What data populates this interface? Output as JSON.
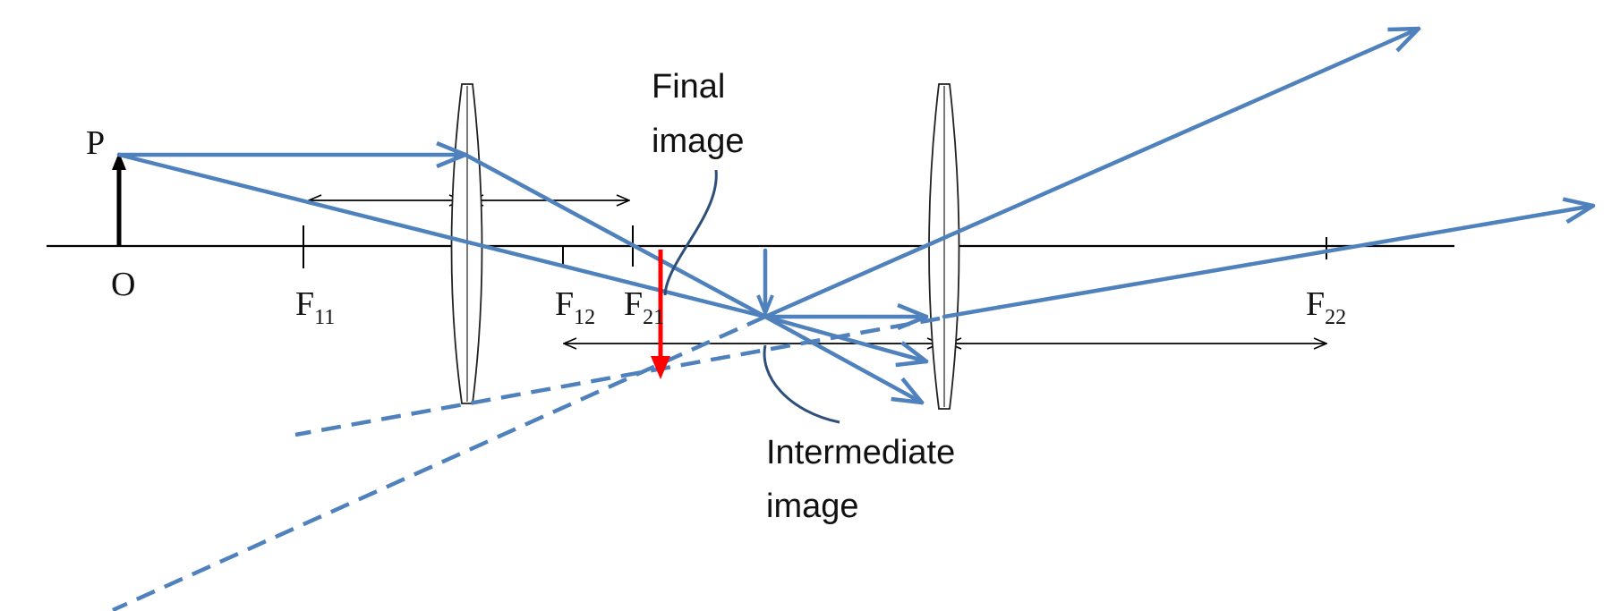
{
  "labels": {
    "object_top": "P",
    "object_base": "O",
    "f11": "F",
    "f11_sub": "11",
    "f12": "F",
    "f12_sub": "12",
    "f21": "F",
    "f21_sub": "21",
    "f22": "F",
    "f22_sub": "22",
    "final_image_line1": "Final",
    "final_image_line2": "image",
    "intermediate_image_line1": "Intermediate",
    "intermediate_image_line2": "image"
  },
  "colors": {
    "ray": "#4f81bd",
    "final_image_arrow": "#ff0000",
    "axis": "#000000",
    "callout": "#2e4f7a"
  }
}
